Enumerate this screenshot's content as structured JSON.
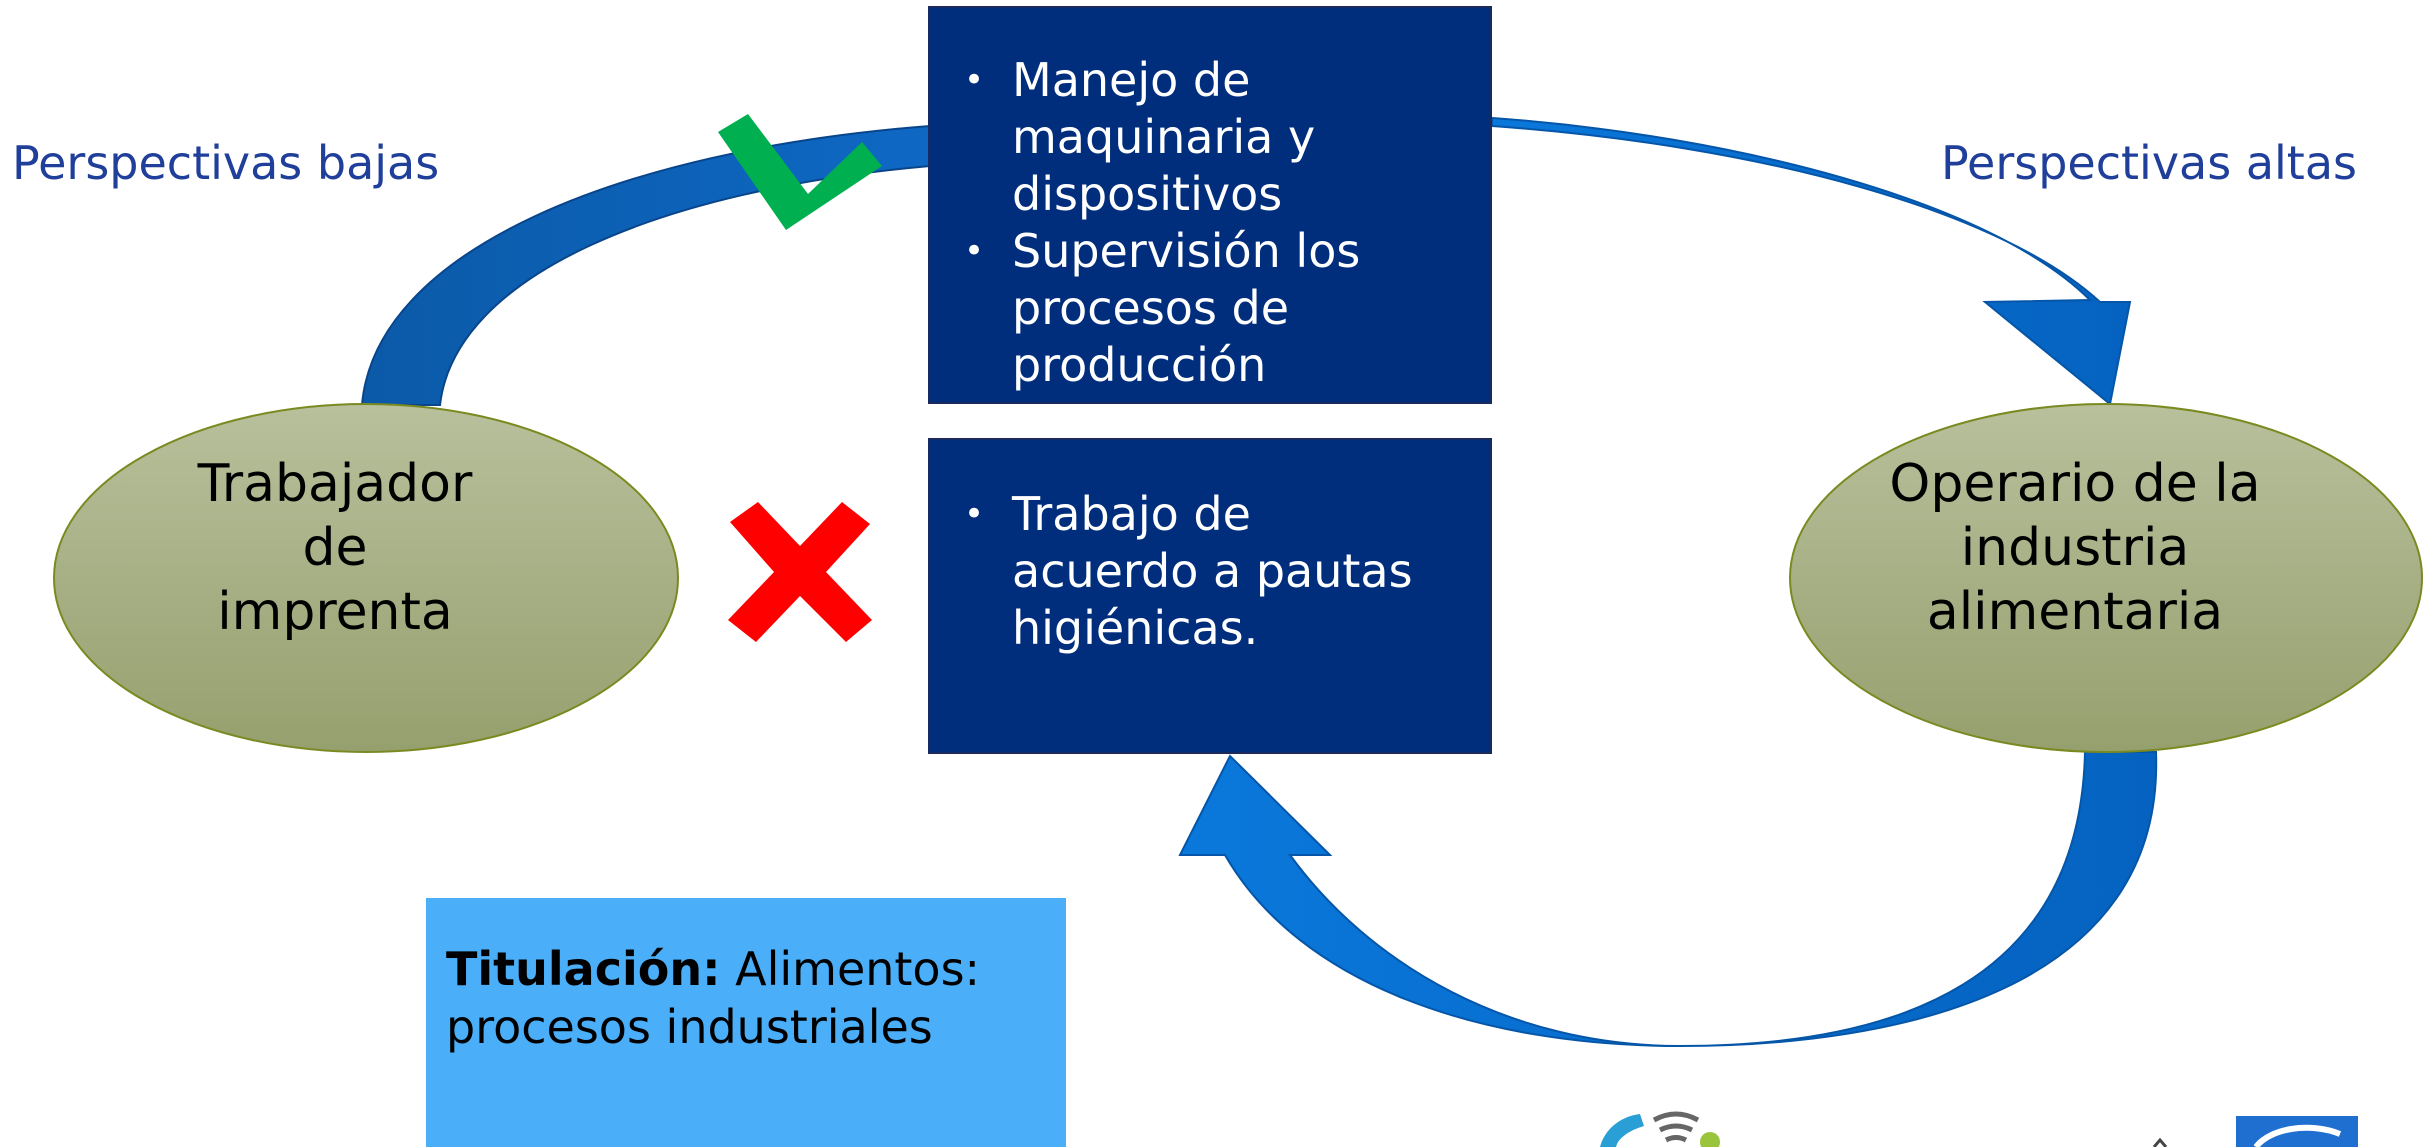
{
  "labels": {
    "low": "Perspectivas bajas",
    "high": "Perspectivas altas"
  },
  "positions": {
    "left": "Trabajador de imprenta",
    "left_lines": [
      "Trabajador",
      "de",
      "imprenta"
    ],
    "right": "Operario de la industria alimentaria",
    "right_lines": [
      "Operario de la",
      "industria",
      "alimentaria"
    ]
  },
  "skills_match": [
    "Manejo de maquinaria y dispositivos",
    "Supervisión los procesos de producción"
  ],
  "skills_match_lines": [
    [
      "Manejo de",
      "maquinaria y",
      "dispositivos"
    ],
    [
      "Supervisión los",
      "procesos de",
      "producción"
    ]
  ],
  "skills_gap": [
    "Trabajo de acuerdo a pautas higiénicas."
  ],
  "skills_gap_lines": [
    [
      "Trabajo de",
      "acuerdo a pautas",
      "higiénicas."
    ]
  ],
  "bullet": "•",
  "title_box": {
    "prefix": "Titulación:",
    "text": "Alimentos: procesos industriales",
    "line1_rest": " Alimentos:",
    "line2": "procesos industriales"
  },
  "icons": {
    "match": "check-icon",
    "gap": "cross-icon"
  },
  "colors": {
    "navy": "#002d7c",
    "arrow": "#0a6fd1",
    "arrow_dark": "#0b5aa8",
    "ellipse_top": "#b5bd98",
    "ellipse_bottom": "#97a070",
    "check": "#00b050",
    "cross": "#ff0000",
    "title_bg": "#4aaef8",
    "label_text": "#1f3f9a"
  }
}
